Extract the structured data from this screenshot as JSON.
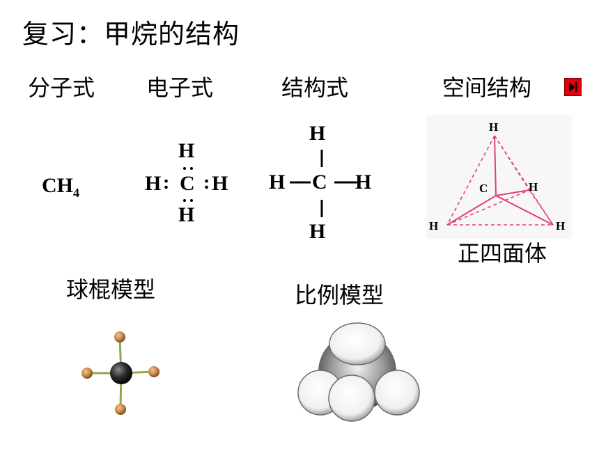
{
  "title": "复习：甲烷的结构",
  "headers": {
    "molecular": "分子式",
    "electron": "电子式",
    "structural": "结构式",
    "spatial": "空间结构"
  },
  "molecular_formula": {
    "main": "CH",
    "subscript": "4"
  },
  "electron_formula": {
    "top": "H",
    "left": "H",
    "center": "C",
    "right": "H",
    "bottom": "H",
    "colon": ":"
  },
  "structural_formula": {
    "top": "H",
    "left": "H",
    "center": "C",
    "right": "H",
    "bottom": "H"
  },
  "tetrahedron": {
    "top": "H",
    "center": "C",
    "right": "H",
    "bottom_left": "H",
    "bottom_right": "H",
    "line_color": "#e0407a"
  },
  "tetrahedron_caption": "正四面体",
  "models": {
    "ball_stick": "球棍模型",
    "space_filling": "比例模型"
  },
  "play_icon": "play-next-icon",
  "colors": {
    "play_button": "#e00010",
    "carbon": "#2b2b2b",
    "hydrogen": "#c8874a",
    "bond": "#8fa84a"
  }
}
